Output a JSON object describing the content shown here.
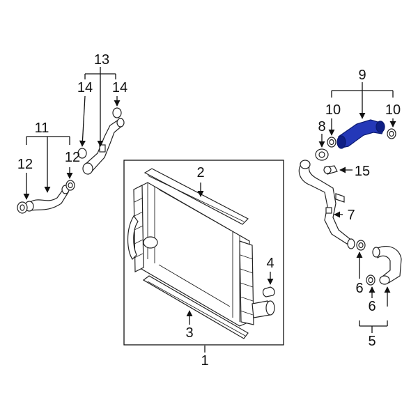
{
  "colors": {
    "highlight": "#2438b8",
    "highlight_dark": "#0f1f85",
    "line": "#111111"
  },
  "callouts": {
    "n1": "1",
    "n2": "2",
    "n3": "3",
    "n4": "4",
    "n5": "5",
    "n6a": "6",
    "n6b": "6",
    "n7": "7",
    "n8": "8",
    "n9": "9",
    "n10a": "10",
    "n10b": "10",
    "n11": "11",
    "n12a": "12",
    "n12b": "12",
    "n13": "13",
    "n14a": "14",
    "n14b": "14",
    "n15": "15"
  }
}
